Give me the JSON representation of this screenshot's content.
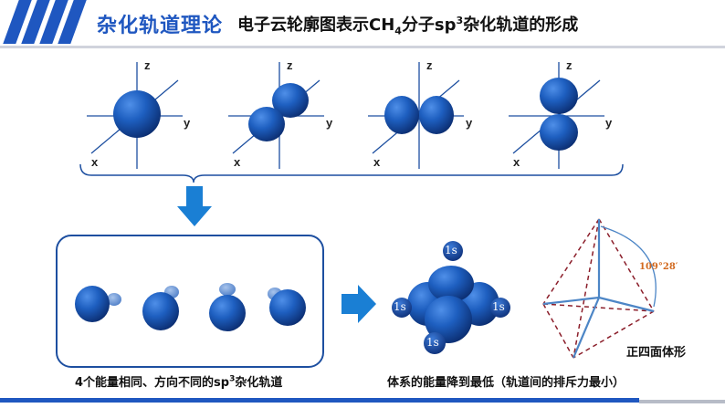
{
  "header": {
    "title": "杂化轨道理论",
    "subtitle_prefix": "电子云轮廓图表示CH",
    "subtitle_sub": "4",
    "subtitle_mid": "分子sp",
    "subtitle_sup": "3",
    "subtitle_suffix": "杂化轨道的形成"
  },
  "axes": {
    "z": "z",
    "y": "y",
    "x": "x"
  },
  "orbital_labels": {
    "s": "1s"
  },
  "angle_label": "109°28′",
  "captions": {
    "left_prefix": "4个能量相同、方向不同的sp",
    "left_sup": "3",
    "left_suffix": "杂化轨道",
    "middle": "体系的能量降到最低（轨道间的排斥力最小）",
    "right": "正四面体形"
  },
  "colors": {
    "accent": "#1f57c0",
    "arrow": "#1a7fd4",
    "orbital": "#1e5fc0",
    "dashed": "#8b1e2a",
    "angle": "#d2691e"
  }
}
